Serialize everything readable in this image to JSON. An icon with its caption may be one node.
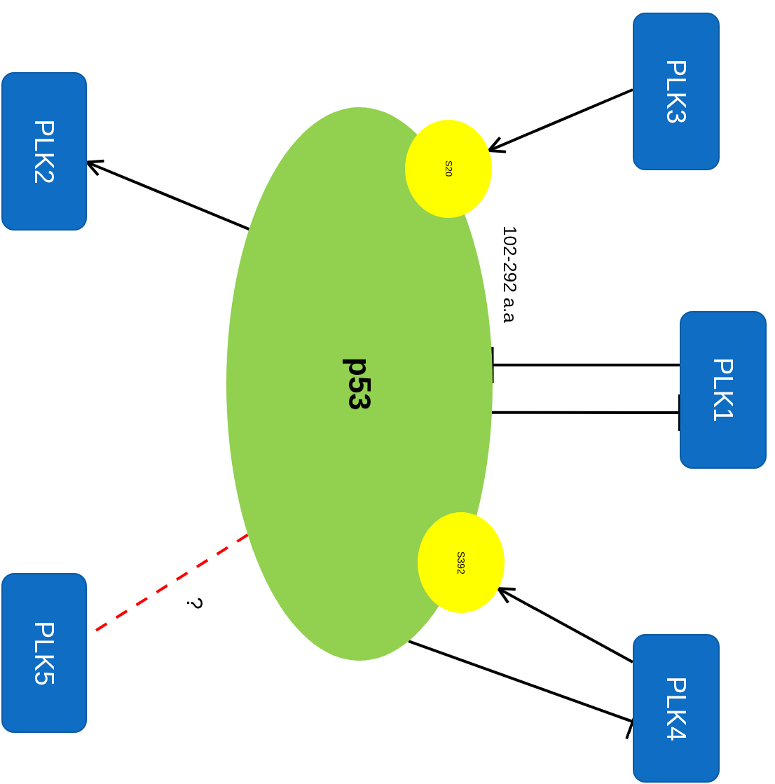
{
  "diagram": {
    "nodes": [
      {
        "text": [
          "p53"
        ]
      },
      {
        "text": [
          "S20"
        ]
      },
      {
        "text": [
          "S392"
        ]
      },
      {
        "text": [
          "PLK3"
        ]
      },
      {
        "text": [
          "PLK2"
        ]
      },
      {
        "text": [
          "PLK1"
        ]
      },
      {
        "text": [
          "PLK4"
        ]
      },
      {
        "text": [
          "PLK5"
        ]
      }
    ],
    "edges": [
      {
        "from": 3,
        "to": 1,
        "arrow": "to"
      },
      {
        "from": 0,
        "to": 4,
        "arrow": "to"
      },
      {
        "from": 5,
        "to": 0,
        "arrow": "other"
      },
      {
        "from": 0,
        "to": 5,
        "arrow": "other"
      },
      {
        "from": 6,
        "to": 2,
        "arrow": "to"
      },
      {
        "from": 0,
        "to": 6,
        "arrow": "other"
      },
      {
        "from": 0,
        "to": 7,
        "arrow": "none",
        "label": "?",
        "style": "dashed",
        "color": "#ff0000"
      }
    ],
    "labels": [
      "102-292 a.a"
    ]
  }
}
